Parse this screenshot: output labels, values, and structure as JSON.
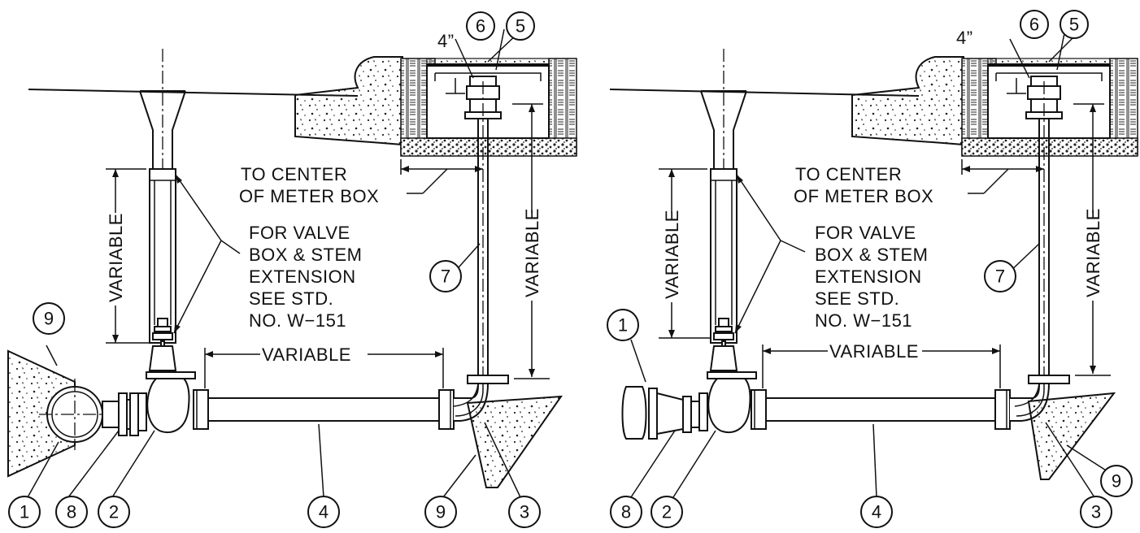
{
  "bubbles": {
    "b1": "1",
    "b2": "2",
    "b3": "3",
    "b4": "4",
    "b5": "5",
    "b6": "6",
    "b7": "7",
    "b8": "8",
    "b9": "9"
  },
  "labels": {
    "to_center_1": "TO CENTER",
    "to_center_2": "OF METER BOX",
    "for_valve_1": "FOR VALVE",
    "for_valve_2": "BOX & STEM",
    "for_valve_3": "EXTENSION",
    "for_valve_4": "SEE STD.",
    "for_valve_5": "NO. W−151",
    "variable": "VARIABLE",
    "four_inch": "4”"
  },
  "colors": {
    "ink": "#111111",
    "paper": "#ffffff"
  }
}
